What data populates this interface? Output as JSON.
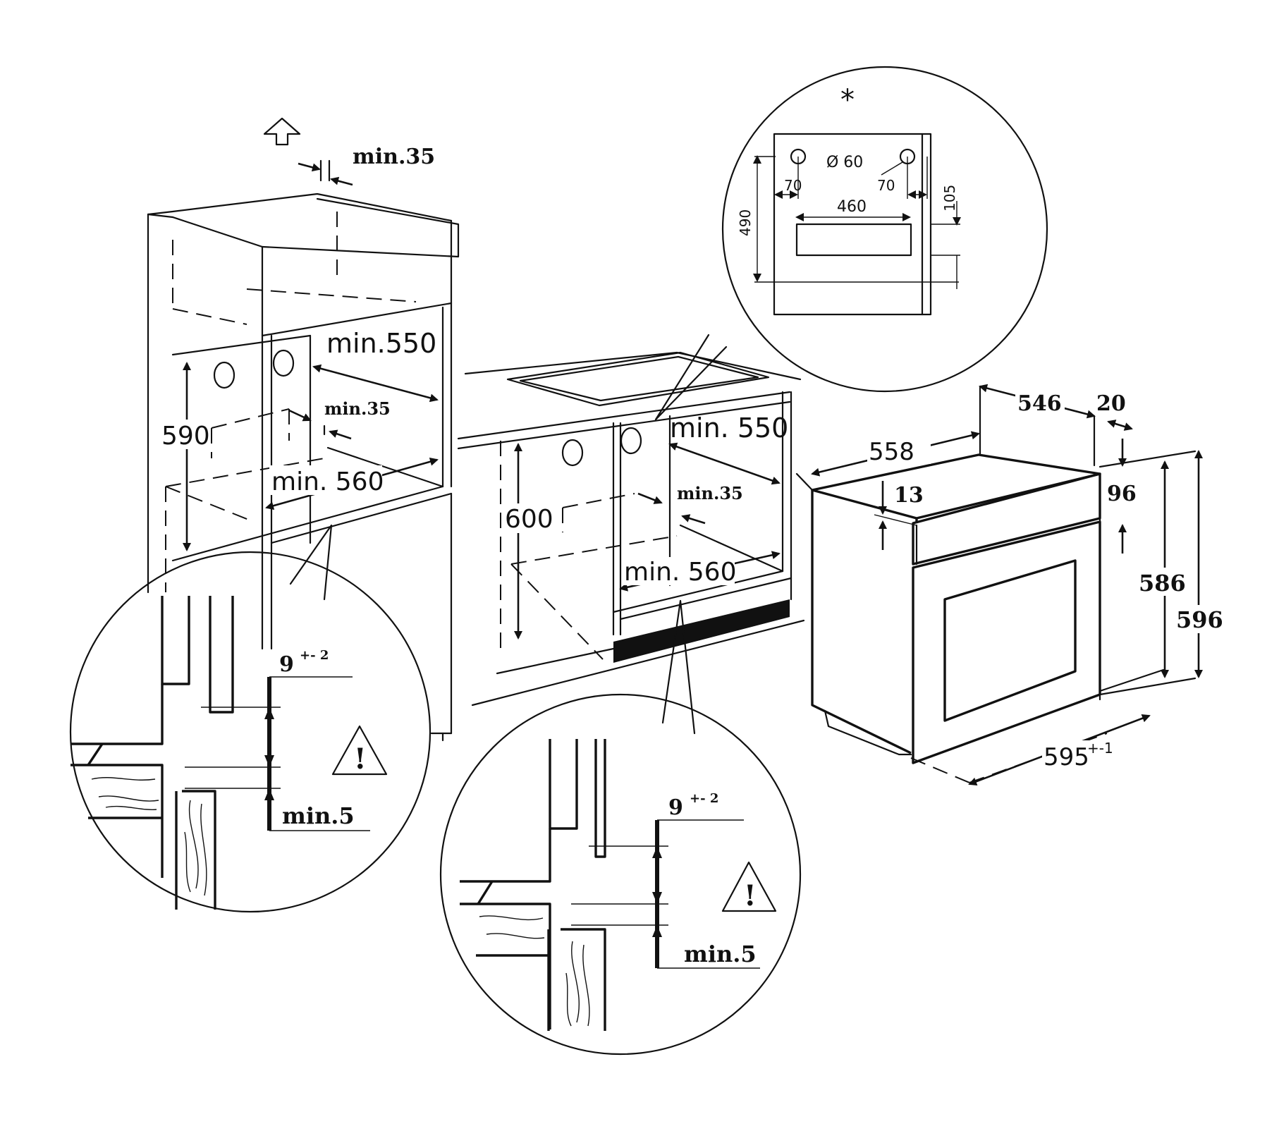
{
  "colors": {
    "ink": "#111111",
    "paper": "#ffffff"
  },
  "tall_cabinet": {
    "top_vent_gap": "min.35",
    "depth_clearance": "min.550",
    "rear_gap": "min.35",
    "opening_height": "590",
    "opening_width": "min. 560"
  },
  "undercounter_cabinet": {
    "depth_clearance": "min. 550",
    "rear_gap": "min.35",
    "opening_height": "600",
    "opening_width": "min. 560"
  },
  "detail_circle_left": {
    "gap_value": "9",
    "gap_tolerance": "+- 2",
    "min_label": "min.5",
    "warning_symbol": "!"
  },
  "detail_circle_right": {
    "gap_value": "9",
    "gap_tolerance": "+- 2",
    "min_label": "min.5",
    "warning_symbol": "!"
  },
  "fixing_detail": {
    "marker": "*",
    "hole_diameter": "Ø 60",
    "left_offset": "70",
    "right_offset": "70",
    "hole_spacing": "460",
    "height": "490",
    "top_offset": "105"
  },
  "oven_dimensions": {
    "depth_body": "546",
    "front_thickness": "20",
    "overall_depth": "558",
    "top_step": "13",
    "panel_height": "96",
    "body_height": "586",
    "overall_height": "596",
    "width": "595",
    "width_tolerance": "+-1"
  }
}
